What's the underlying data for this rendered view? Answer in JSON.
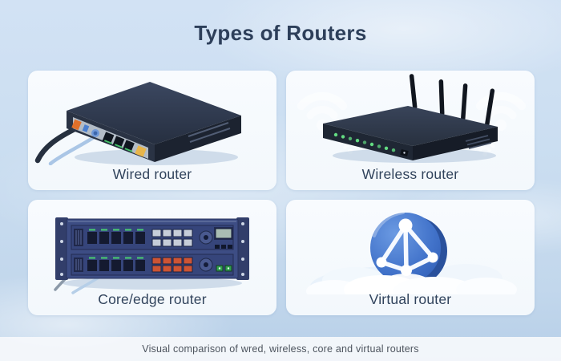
{
  "title": "Types of Routers",
  "panels": [
    {
      "id": "wired",
      "label": "Wired router"
    },
    {
      "id": "wireless",
      "label": "Wireless router"
    },
    {
      "id": "core-edge",
      "label": "Core/edge router"
    },
    {
      "id": "virtual",
      "label": "Virtual router"
    }
  ],
  "footer": {
    "caption": "Visual comparison of wred, wireless, core and virtual routers"
  },
  "colors": {
    "background_blue": "#cbdef1",
    "panel_white": "#f7fafd",
    "title_text": "#2d3f5a",
    "label_text": "#31435c",
    "caption_text": "#4d545e",
    "router_body_navy": "#2a3344",
    "rack_body_blue": "#3d4d84",
    "coin_blue": "#3f6fc4",
    "led_green": "#5fd878",
    "cable_orange": "#e0702a",
    "cable_light_blue": "#a8c4e6"
  },
  "icons": {
    "wireless_watermark": "wifi-icon",
    "virtual_symbol": "network-nodes-icon",
    "virtual_backdrop": "cloud-shapes"
  }
}
